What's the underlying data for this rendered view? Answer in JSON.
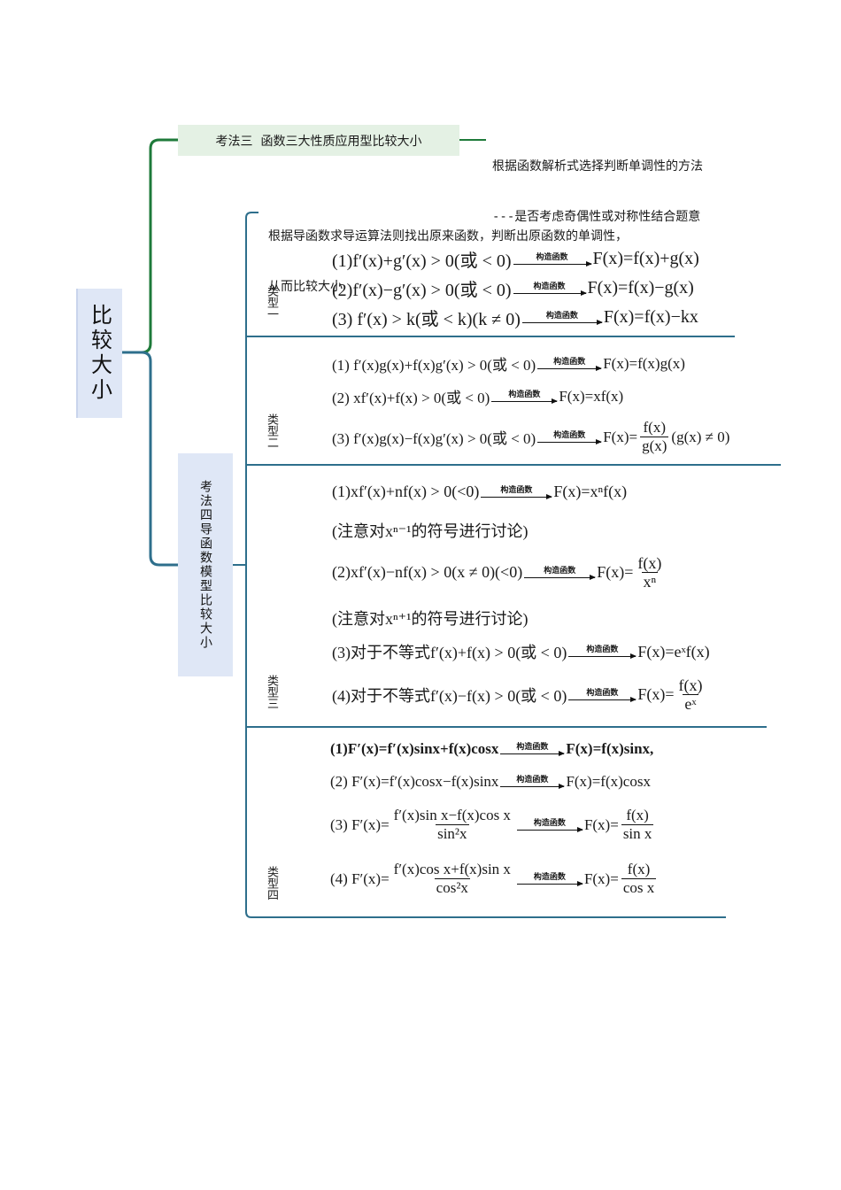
{
  "root": {
    "label": "比较大小"
  },
  "method3": {
    "label": "考法三  函数三大性质应用型比较大小",
    "note_line1": "根据函数解析式选择判断单调性的方法",
    "note_line2": "---是否考虑奇偶性或对称性结合题意"
  },
  "method4": {
    "label": "考法四导函数模型比较大小",
    "intro_line1": "根据导函数求导运算法则找出原来函数，判断出原函数的单调性，",
    "intro_line2": "从而比较大小"
  },
  "arrow_label": "构造函数",
  "types": [
    {
      "tag": "类型一"
    },
    {
      "tag": "类型二"
    },
    {
      "tag": "类型三"
    },
    {
      "tag": "类型四"
    }
  ],
  "t1": [
    {
      "pre": "(1)f′(x)+g′(x) > 0(或 < 0)",
      "post": "F(x)=f(x)+g(x)"
    },
    {
      "pre": "(2)f′(x)−g′(x) > 0(或 < 0)",
      "post": "F(x)=f(x)−g(x)"
    },
    {
      "pre": "(3)  f′(x) > k(或 < k)(k ≠ 0)",
      "post": "F(x)=f(x)−kx"
    }
  ],
  "t2": [
    {
      "pre": "(1)  f′(x)g(x)+f(x)g′(x) > 0(或 < 0)",
      "post": "F(x)=f(x)g(x)"
    },
    {
      "pre": "(2)  xf′(x)+f(x) > 0(或 < 0)",
      "post": "F(x)=xf(x)"
    },
    {
      "pre": "(3)  f′(x)g(x)−f(x)g′(x) > 0(或 < 0)",
      "post": "F(x)=",
      "num": "f(x)",
      "den": "g(x)",
      "tail": "(g(x) ≠ 0)"
    }
  ],
  "t3": [
    {
      "pre": "(1)xf′(x)+nf(x) > 0(<0)",
      "post": "F(x)=xⁿf(x)"
    },
    {
      "note": "(注意对xⁿ⁻¹的符号进行讨论)"
    },
    {
      "pre": "(2)xf′(x)−nf(x) > 0(x ≠ 0)(<0)",
      "post": "F(x)=",
      "num": "f(x)",
      "den": "xⁿ"
    },
    {
      "note": "(注意对xⁿ⁺¹的符号进行讨论)"
    },
    {
      "pre": "(3)对于不等式f′(x)+f(x) > 0(或 < 0)",
      "post": "F(x)=eˣf(x)"
    },
    {
      "pre": "(4)对于不等式f′(x)−f(x) > 0(或 < 0)",
      "post": "F(x)=",
      "num": "f(x)",
      "den": "eˣ"
    }
  ],
  "t4": [
    {
      "pre": "(1)F′(x)=f′(x)sinx+f(x)cosx",
      "post": "F(x)=f(x)sinx,"
    },
    {
      "pre": "(2)  F′(x)=f′(x)cosx−f(x)sinx",
      "post": "F(x)=f(x)cosx"
    },
    {
      "pre": "(3)  F′(x)=",
      "lnum": "f′(x)sin x−f(x)cos x",
      "lden": "sin²x",
      "post": "F(x)=",
      "num": "f(x)",
      "den": "sin x"
    },
    {
      "pre": "(4)  F′(x)=",
      "lnum": "f′(x)cos x+f(x)sin x",
      "lden": "cos²x",
      "post": "F(x)=",
      "num": "f(x)",
      "den": "cos x"
    }
  ],
  "colors": {
    "green": "#1e7a3a",
    "blue": "#2e6f8c",
    "box_blue": "#dfe7f6",
    "box_green": "#e4f1e4"
  }
}
